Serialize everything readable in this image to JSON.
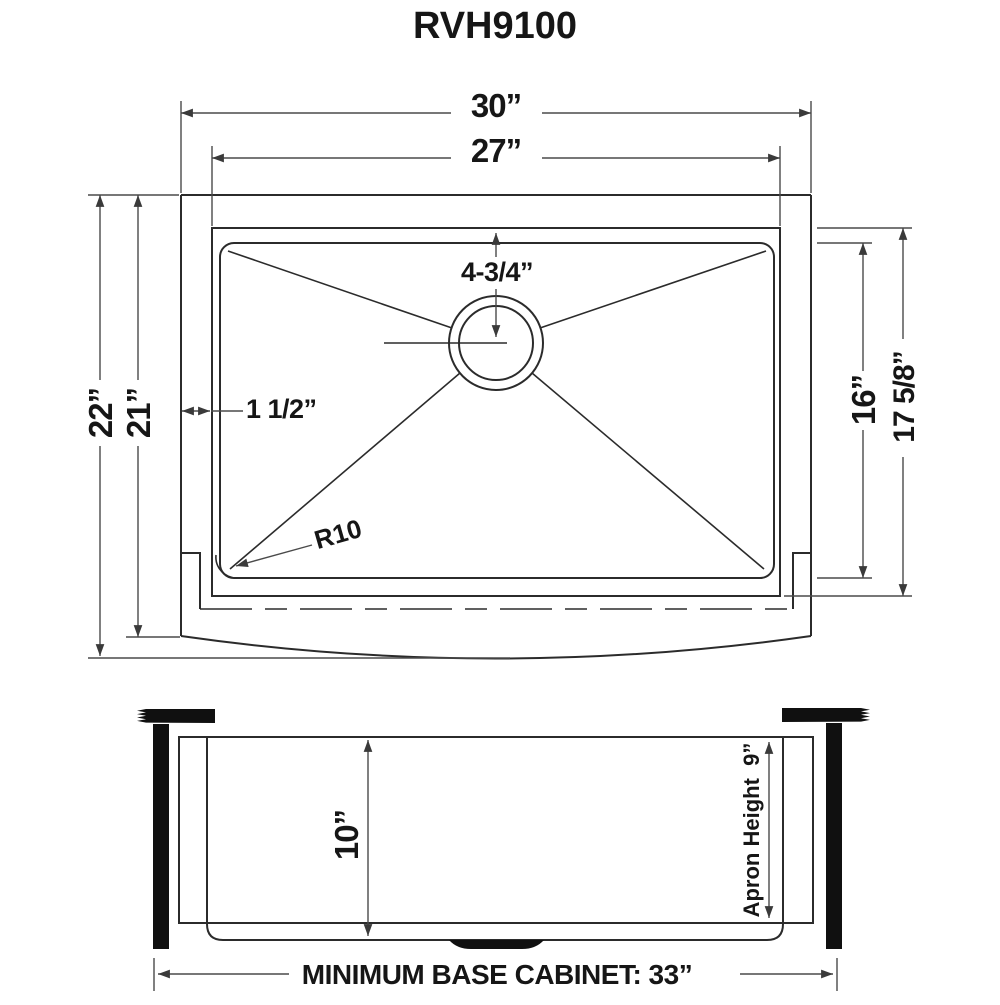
{
  "title": "RVH9100",
  "colors": {
    "object_line": "#2b2b2b",
    "dimension_line": "#4a4a4a",
    "text": "#161616",
    "solid_fill": "#101010",
    "background": "#ffffff"
  },
  "top_view": {
    "overall_width": "30”",
    "bowl_outer_width": "27”",
    "overall_front_to_back": "22”",
    "rim_front_to_back": "21”",
    "bowl_length": "16”",
    "bowl_rim_length": "17 5/8”",
    "drain_offset": "4-3/4”",
    "rim_width": "1 1/2”",
    "corner_radius": "R10"
  },
  "front_view": {
    "bowl_depth": "10”",
    "apron_height": "Apron Height  9”",
    "base_cabinet": "MINIMUM BASE CABINET: 33”"
  }
}
